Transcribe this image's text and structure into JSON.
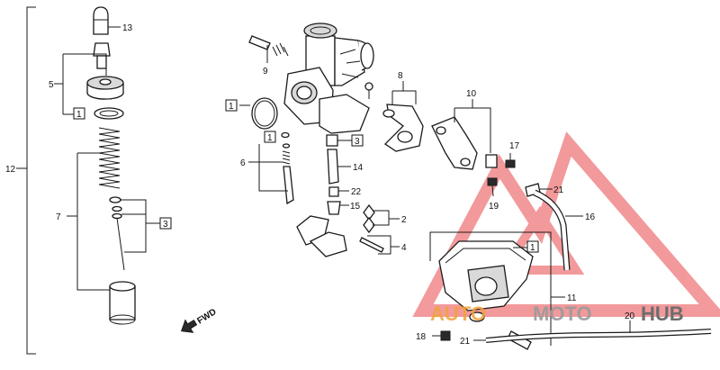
{
  "callouts": {
    "c13": "13",
    "c5": "5",
    "c12": "12",
    "c7": "7",
    "c9": "9",
    "c8": "8",
    "c10": "10",
    "c6": "6",
    "c14": "14",
    "c17": "17",
    "c21a": "21",
    "c16": "16",
    "c22": "22",
    "c15": "15",
    "c2": "2",
    "c4": "4",
    "c19": "19",
    "c11": "11",
    "c20": "20",
    "c18": "18",
    "c21b": "21"
  },
  "boxed": {
    "b1_left": "1",
    "b3_left": "3",
    "b1_center": "1",
    "b1_mid": "1",
    "b3_mid": "3",
    "b1_bowl": "1"
  },
  "fwd_label": "FWD",
  "watermark": {
    "part1": "AUTO",
    "part2": "MOTO",
    "part3": "HUB",
    "color_red": "#e8474a",
    "color_orange": "#f3a23a",
    "color_gray": "#9b9b9b"
  }
}
